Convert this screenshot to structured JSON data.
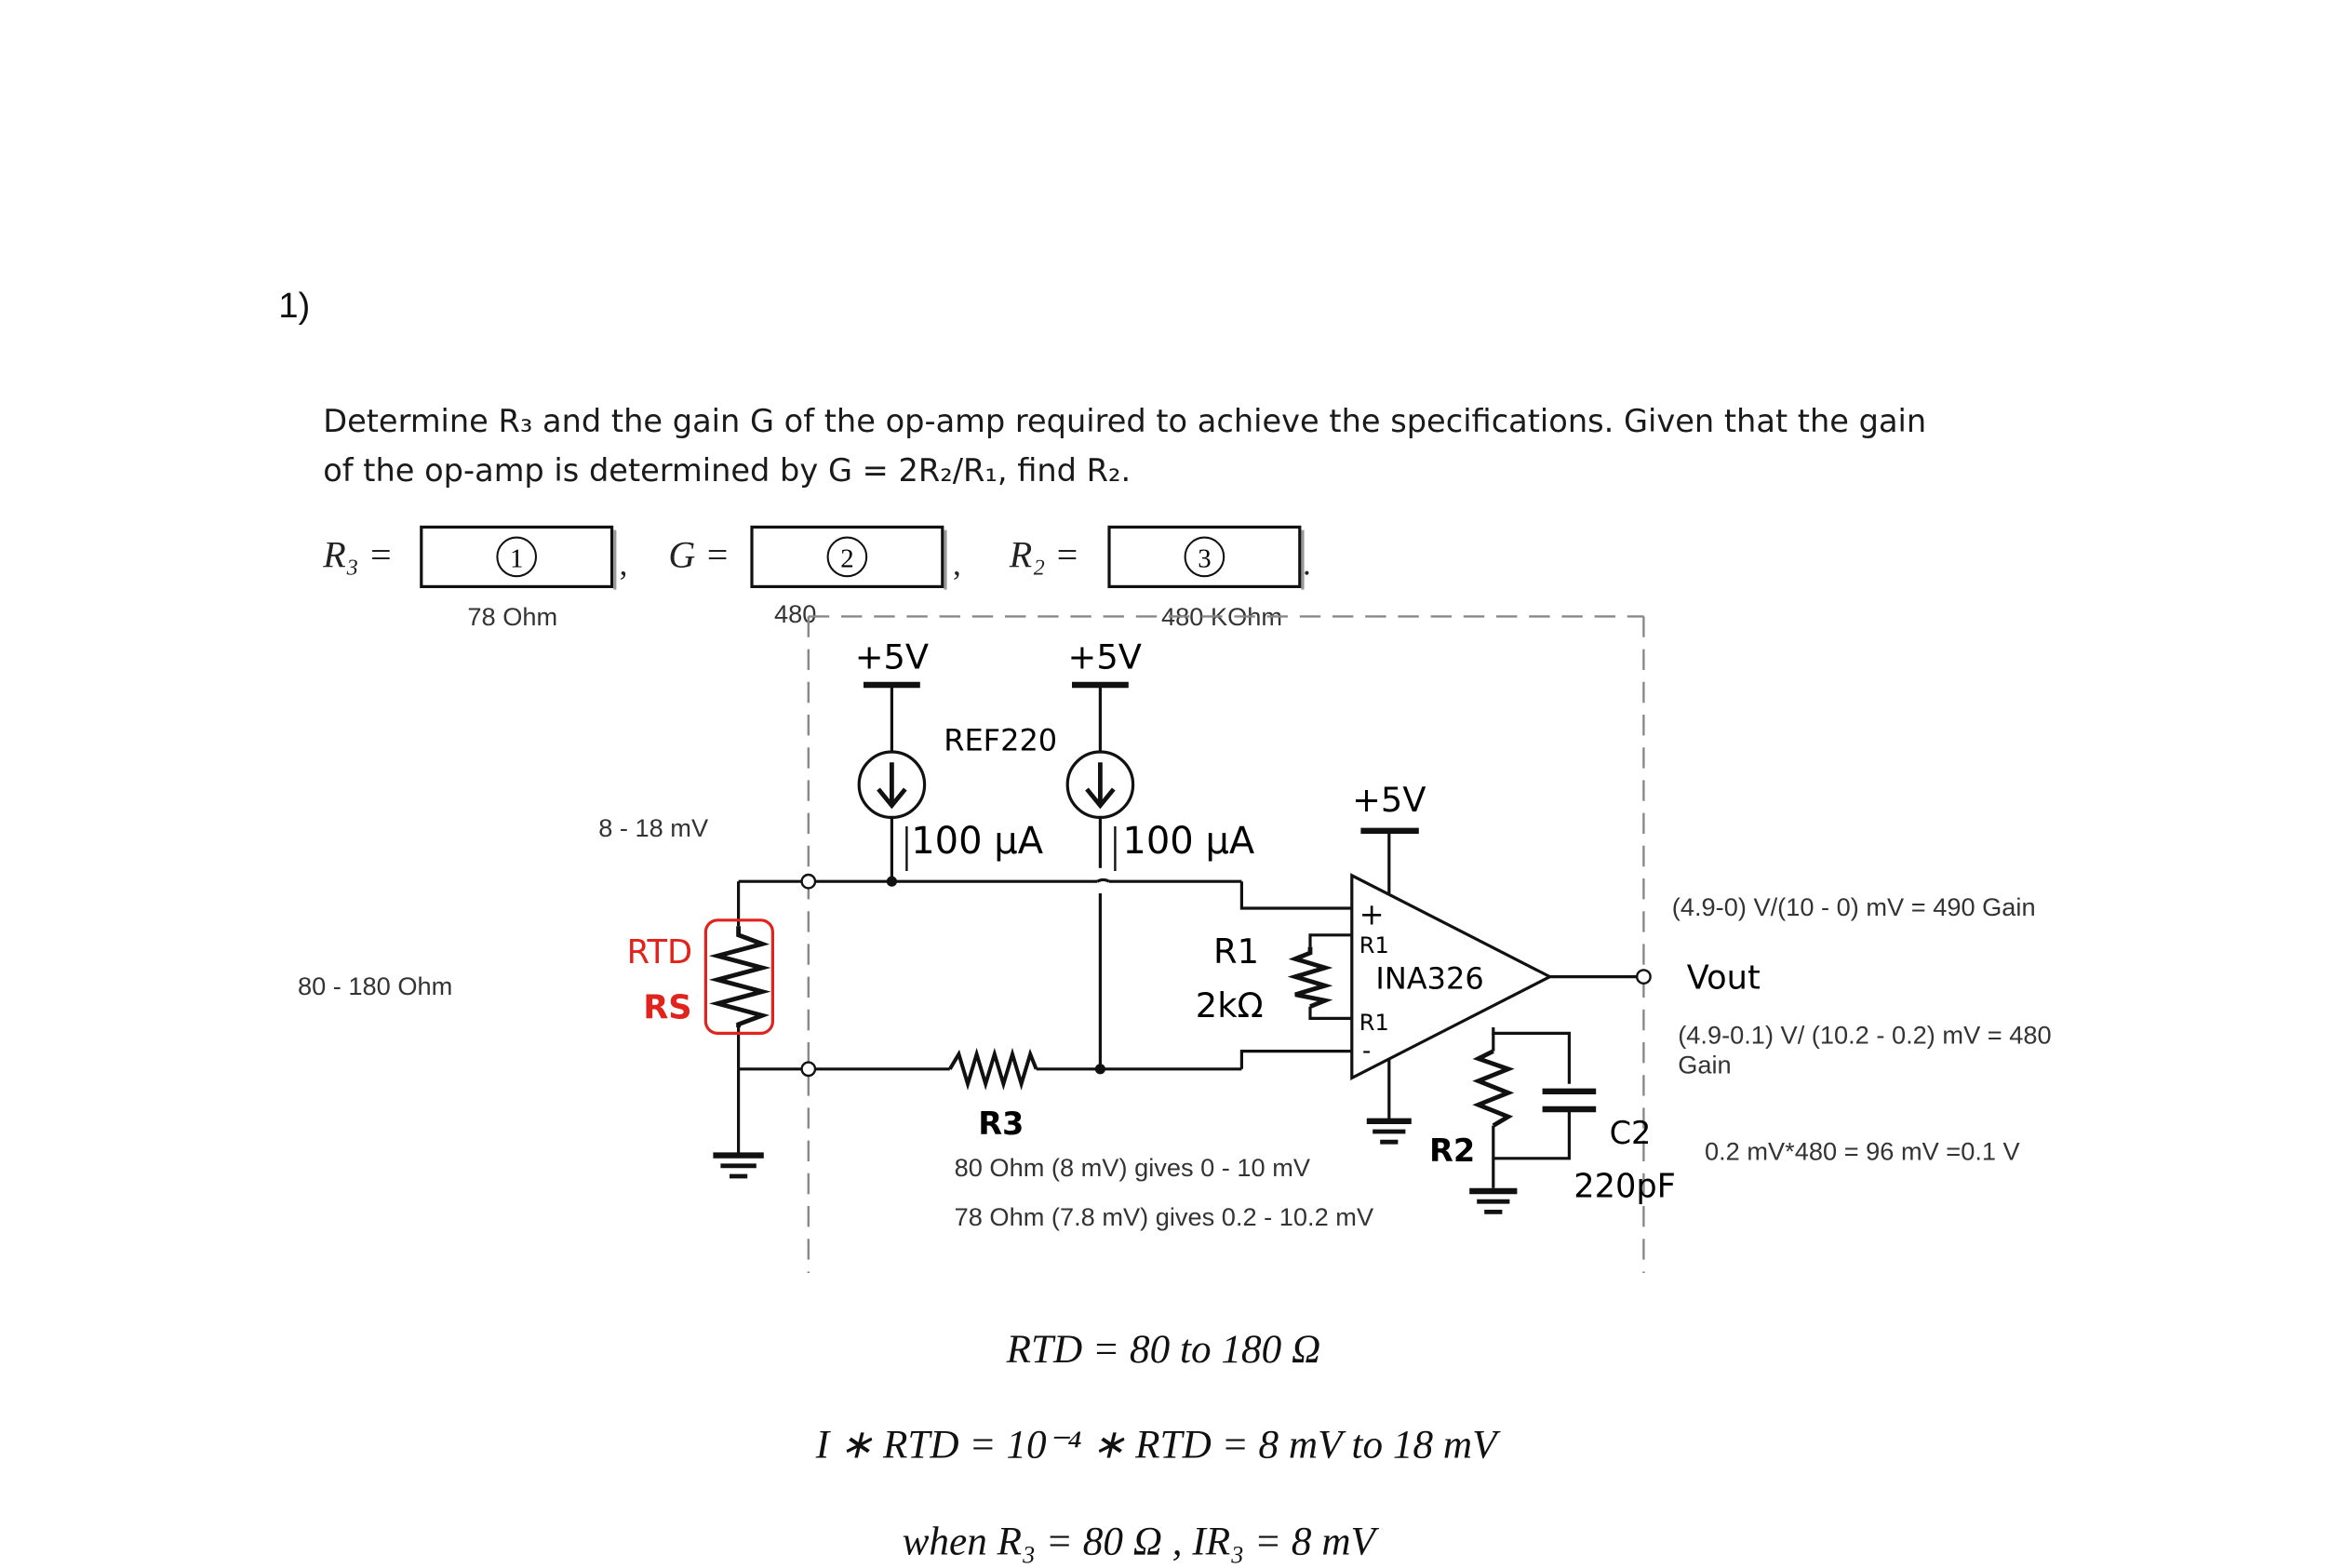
{
  "problem": {
    "number": "1)",
    "line1": "Determine R₃ and the gain G of the op-amp required to achieve the specifications. Given that the gain",
    "line2": "of the op-amp is determined by G = 2R₂/R₁, find R₂."
  },
  "answers": {
    "r3_label": "R₃ =",
    "g_label": "G =",
    "r2_label": "R₂ =",
    "box1_num": "1",
    "box2_num": "2",
    "box3_num": "3",
    "comma": ",",
    "period": ".",
    "r3_answer": "78 Ohm",
    "g_answer": "480",
    "r2_answer": "480 KOhm"
  },
  "annotations": {
    "voltage_range": "8 - 18 mV",
    "rtd_range": "80 - 180 Ohm",
    "gain_calc_1": "(4.9-0) V/(10 - 0) mV = 490 Gain",
    "gain_calc_2a": "(4.9-0.1) V/ (10.2 - 0.2) mV = 480",
    "gain_calc_2b": "Gain",
    "offset_calc": "0.2 mV*480 = 96 mV =0.1 V",
    "r3_note_1": "80 Ohm  (8 mV)  gives 0 - 10 mV",
    "r3_note_2": "78 Ohm (7.8 mV) gives 0.2 - 10.2 mV"
  },
  "circuit": {
    "supply_1": "+5V",
    "supply_2": "+5V",
    "supply_3": "+5V",
    "ref_chip": "REF220",
    "current_1": "100 µA",
    "current_2": "100 µA",
    "rtd_label": "RTD",
    "rs_label": "RS",
    "r1_name": "R1",
    "r1_value": "2kΩ",
    "amp_name": "INA326",
    "amp_plus": "+",
    "amp_minus": "-",
    "amp_r1_top": "R1",
    "amp_r1_bot": "R1",
    "r3_name": "R3",
    "r2_name": "R2",
    "c2_name": "C2",
    "c2_value": "220pF",
    "vout": "Vout"
  },
  "equations": {
    "eq1": "RTD = 80  to 180 Ω",
    "eq2": "I ∗ RTD = 10⁻⁴ ∗ RTD = 8 mV to 18 mV",
    "eq3": "when R₃ = 80 Ω   , IR₃ = 8 mV"
  }
}
